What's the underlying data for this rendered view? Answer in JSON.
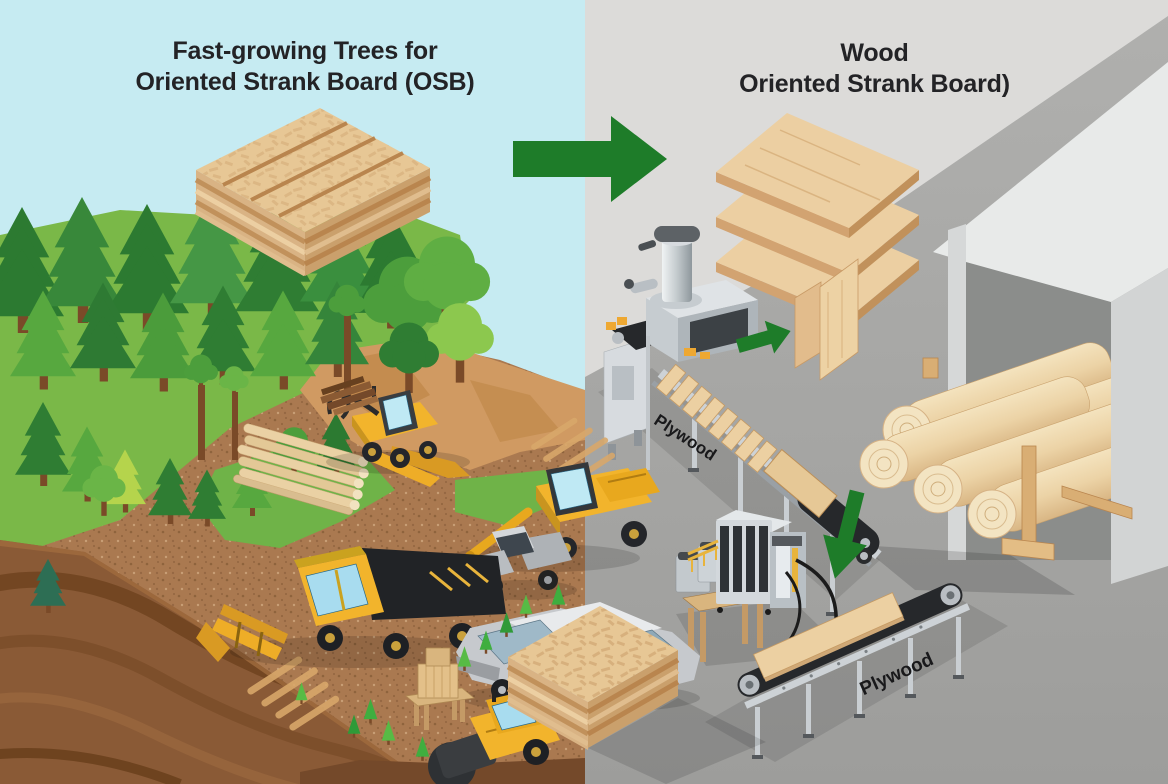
{
  "scene": {
    "left_title": {
      "line1": "Fast-growing Trees for",
      "line2": "Oriented Strank Board (OSB)"
    },
    "right_title": {
      "line1": "Wood",
      "line2": "Oriented Strank Board)"
    },
    "labels": {
      "machine_plywood": "Plywood",
      "conveyor_plywood": "Plywood"
    }
  },
  "colors": {
    "sky": "#c6ebf2",
    "floor_gray": "#a8a8a6",
    "wall_gray": "#dcdbd9",
    "arrow_green": "#1e7c29",
    "wood_light": "#ecd0a2",
    "osb_board": "#e7c795",
    "dirt_clearing": "#aa7950",
    "cliff_soil": "#8a5a36",
    "grass_green": "#7ab848",
    "pine_green": "#2f7d33",
    "machine_silver": "#c6ccd0",
    "belt_black": "#26282b",
    "vehicle_yellow": "#f2b42c"
  }
}
